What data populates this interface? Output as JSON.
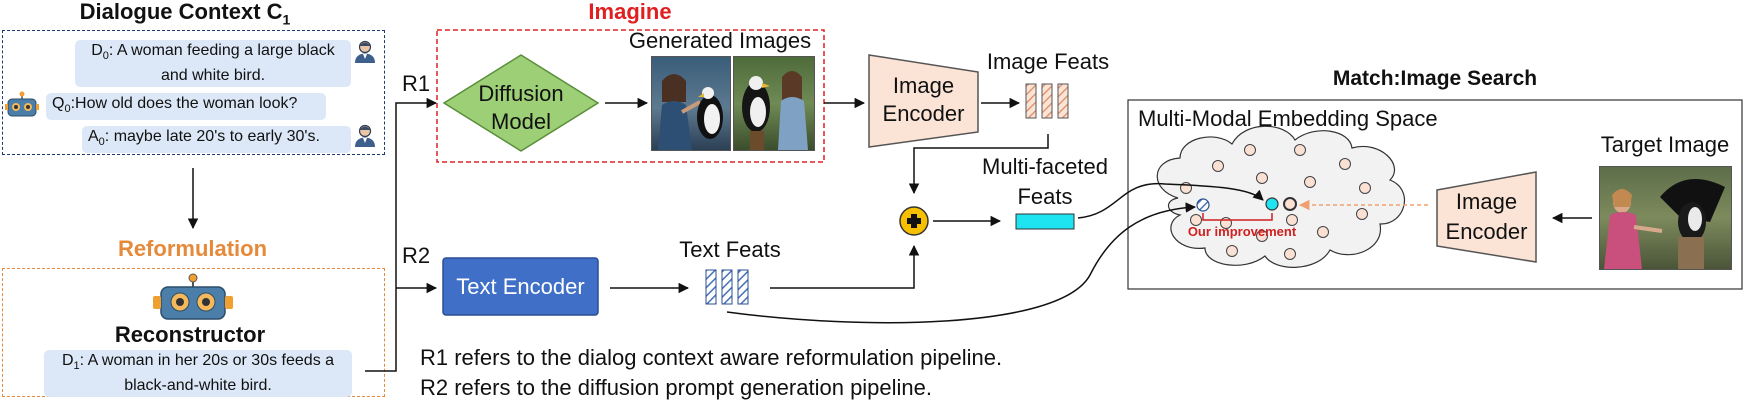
{
  "dialogue": {
    "title": "Dialogue Context C",
    "title_sub": "1",
    "d0_prefix": "D",
    "d0_sub": "0",
    "d0_text": ": A woman feeding a large black and white bird.",
    "q0_prefix": "Q",
    "q0_sub": "0",
    "q0_text": ":How old does the woman look?",
    "a0_prefix": "A",
    "a0_sub": "0",
    "a0_text": ": maybe late 20's to early 30's."
  },
  "reformulation": {
    "title": "Reformulation",
    "reconstructor_label": "Reconstructor",
    "d1_prefix": "D",
    "d1_sub": "1",
    "d1_text": ": A woman in her 20s or 30s feeds a black-and-white bird."
  },
  "imagine": {
    "title": "Imagine",
    "diffusion_line1": "Diffusion",
    "diffusion_line2": "Model",
    "generated_images_label": "Generated Images"
  },
  "routes": {
    "r1": "R1",
    "r2": "R2"
  },
  "encoders": {
    "image_encoder_line1": "Image",
    "image_encoder_line2": "Encoder",
    "text_encoder": "Text Encoder",
    "image_feats": "Image Feats",
    "text_feats": "Text Feats",
    "multi_faceted_line1": "Multi-faceted",
    "multi_faceted_line2": "Feats"
  },
  "match": {
    "title": "Match:Image Search",
    "space_label": "Multi-Modal Embedding Space",
    "improvement": "Our improvement",
    "target_image_label": "Target Image",
    "target_encoder_line1": "Image",
    "target_encoder_line2": "Encoder"
  },
  "notes": {
    "r1_note": "R1 refers to the dialog context aware reformulation pipeline.",
    "r2_note": "R2 refers to the diffusion prompt generation pipeline."
  },
  "colors": {
    "imagine_red": "#e02020",
    "reformulation_orange": "#e58a3a",
    "dialogue_border": "#1f3a6e",
    "diffusion_green": "#9ccf76",
    "encoder_peach": "#fbe3d6",
    "text_encoder_blue": "#3f6fc6",
    "feat_cyan": "#1ee3f0",
    "plus_yellow": "#f6c000",
    "cloud_fill": "#f2f2f2",
    "dot_peach": "#fbe0d4"
  }
}
